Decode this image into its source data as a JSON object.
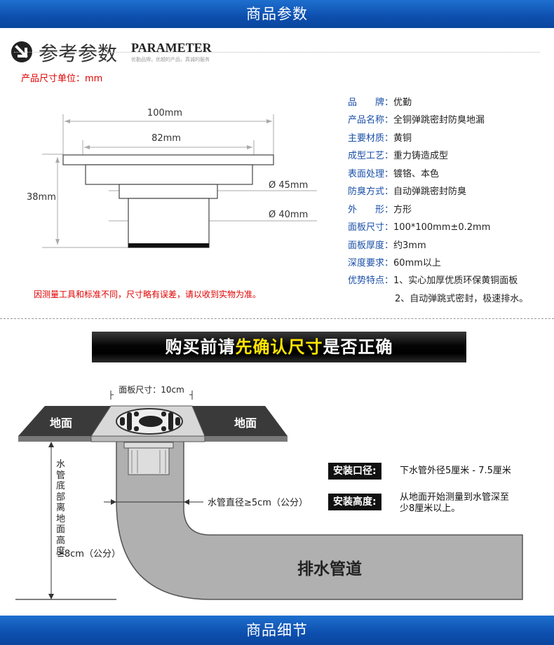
{
  "top_banner": "商品参数",
  "bottom_banner": "商品细节",
  "header": {
    "title_cn": "参考参数",
    "title_en": "PARAMETER",
    "subtitle": "优勤品牌，优越的产品，真诚的服务"
  },
  "unit_label": "产品尺寸单位：mm",
  "dimensions": {
    "width_outer": "100mm",
    "width_inner": "82mm",
    "height": "38mm",
    "diameter_upper": "Ø 45mm",
    "diameter_lower": "Ø 40mm"
  },
  "note": "因测量工具和标准不同，尺寸略有误差，请以收到实物为准。",
  "specs": [
    {
      "label": "品　　牌",
      "value": "优勤"
    },
    {
      "label": "产品名称",
      "value": "全铜弹跳密封防臭地漏"
    },
    {
      "label": "主要材质",
      "value": "黄铜"
    },
    {
      "label": "成型工艺",
      "value": "重力铸造成型"
    },
    {
      "label": "表面处理",
      "value": "镀铬、本色"
    },
    {
      "label": "防臭方式",
      "value": "自动弹跳密封防臭"
    },
    {
      "label": "外　　形",
      "value": "方形"
    },
    {
      "label": "面板尺寸",
      "value": "100*100mm±0.2mm"
    },
    {
      "label": "面板厚度",
      "value": "约3mm"
    },
    {
      "label": "深度要求",
      "value": "60mm以上"
    },
    {
      "label": "优势特点",
      "value": "1、实心加厚优质环保黄铜面板"
    }
  ],
  "spec_extra_line": "2、自动弹跳式密封，极速排水。",
  "warning": {
    "part1": "购买前请",
    "part2": "先确认尺寸",
    "part3": "是否正确"
  },
  "install": {
    "panel_size": "面板尺寸：10cm",
    "floor_left": "地面",
    "floor_right": "地面",
    "pipe_diameter": "水管直径≥5cm（公分）",
    "depth_label": "水管底部离地面高度",
    "depth_value": "≥8cm（公分）",
    "pipe_label": "排水管道",
    "tag1": "安装口径:",
    "tag1_desc": "下水管外径5厘米 - 7.5厘米",
    "tag2": "安装高度:",
    "tag2_desc_line1": "从地面开始测量到水管深至",
    "tag2_desc_line2": "少8厘米以上。"
  },
  "colors": {
    "banner": "#0d4fae",
    "red": "#e00000",
    "spec_label": "#1a4fa8",
    "highlight": "#ffe500"
  }
}
